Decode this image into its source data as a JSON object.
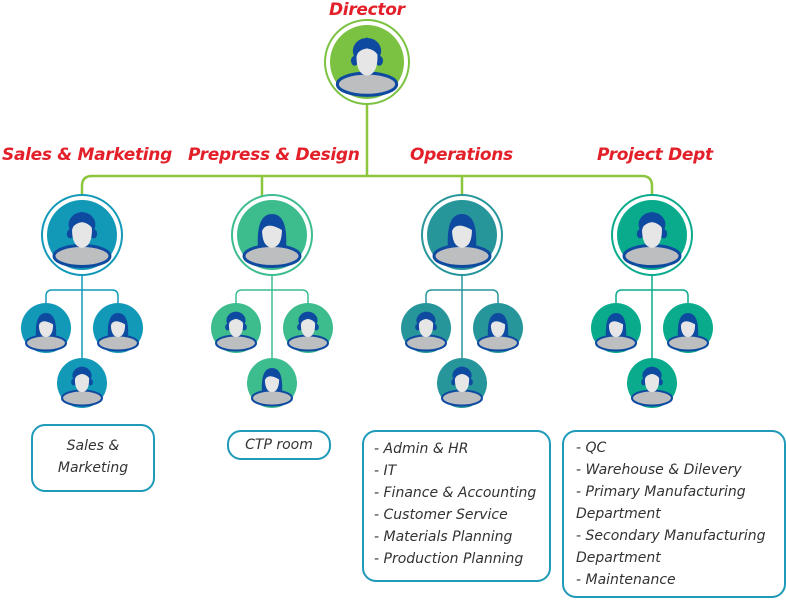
{
  "director": {
    "label": "Director",
    "color": "#7cc242"
  },
  "departments": [
    {
      "id": "sales",
      "label": "Sales & Marketing",
      "color": "#1399b8",
      "head": "male",
      "members": [
        "female",
        "female",
        "male"
      ],
      "box_lines": [
        "Sales &",
        "Marketing"
      ]
    },
    {
      "id": "prepress",
      "label": "Prepress & Design",
      "color": "#3dbc8d",
      "head": "female",
      "members": [
        "male",
        "male",
        "female"
      ],
      "box_lines": [
        "CTP room"
      ]
    },
    {
      "id": "operations",
      "label": "Operations",
      "color": "#27969b",
      "head": "female",
      "members": [
        "male",
        "female",
        "male"
      ],
      "box_lines": [
        "- Admin & HR",
        "- IT",
        "- Finance & Accounting",
        "- Customer Service",
        "- Materials Planning",
        "- Production Planning"
      ]
    },
    {
      "id": "project",
      "label": "Project Dept",
      "color": "#0aab8c",
      "head": "male",
      "members": [
        "female",
        "female",
        "male"
      ],
      "box_lines": [
        "- QC",
        "- Warehouse & Dilevery",
        "- Primary Manufacturing",
        "Department",
        "- Secondary Manufacturing",
        "Department",
        "- Maintenance"
      ]
    }
  ],
  "colors": {
    "title_red": "#e3202a",
    "connector_green": "#8cc63f",
    "box_border": "#1f9ab8",
    "hair": "#0f4aa1",
    "face": "#e6e6e6",
    "body": "#bcbec0"
  }
}
